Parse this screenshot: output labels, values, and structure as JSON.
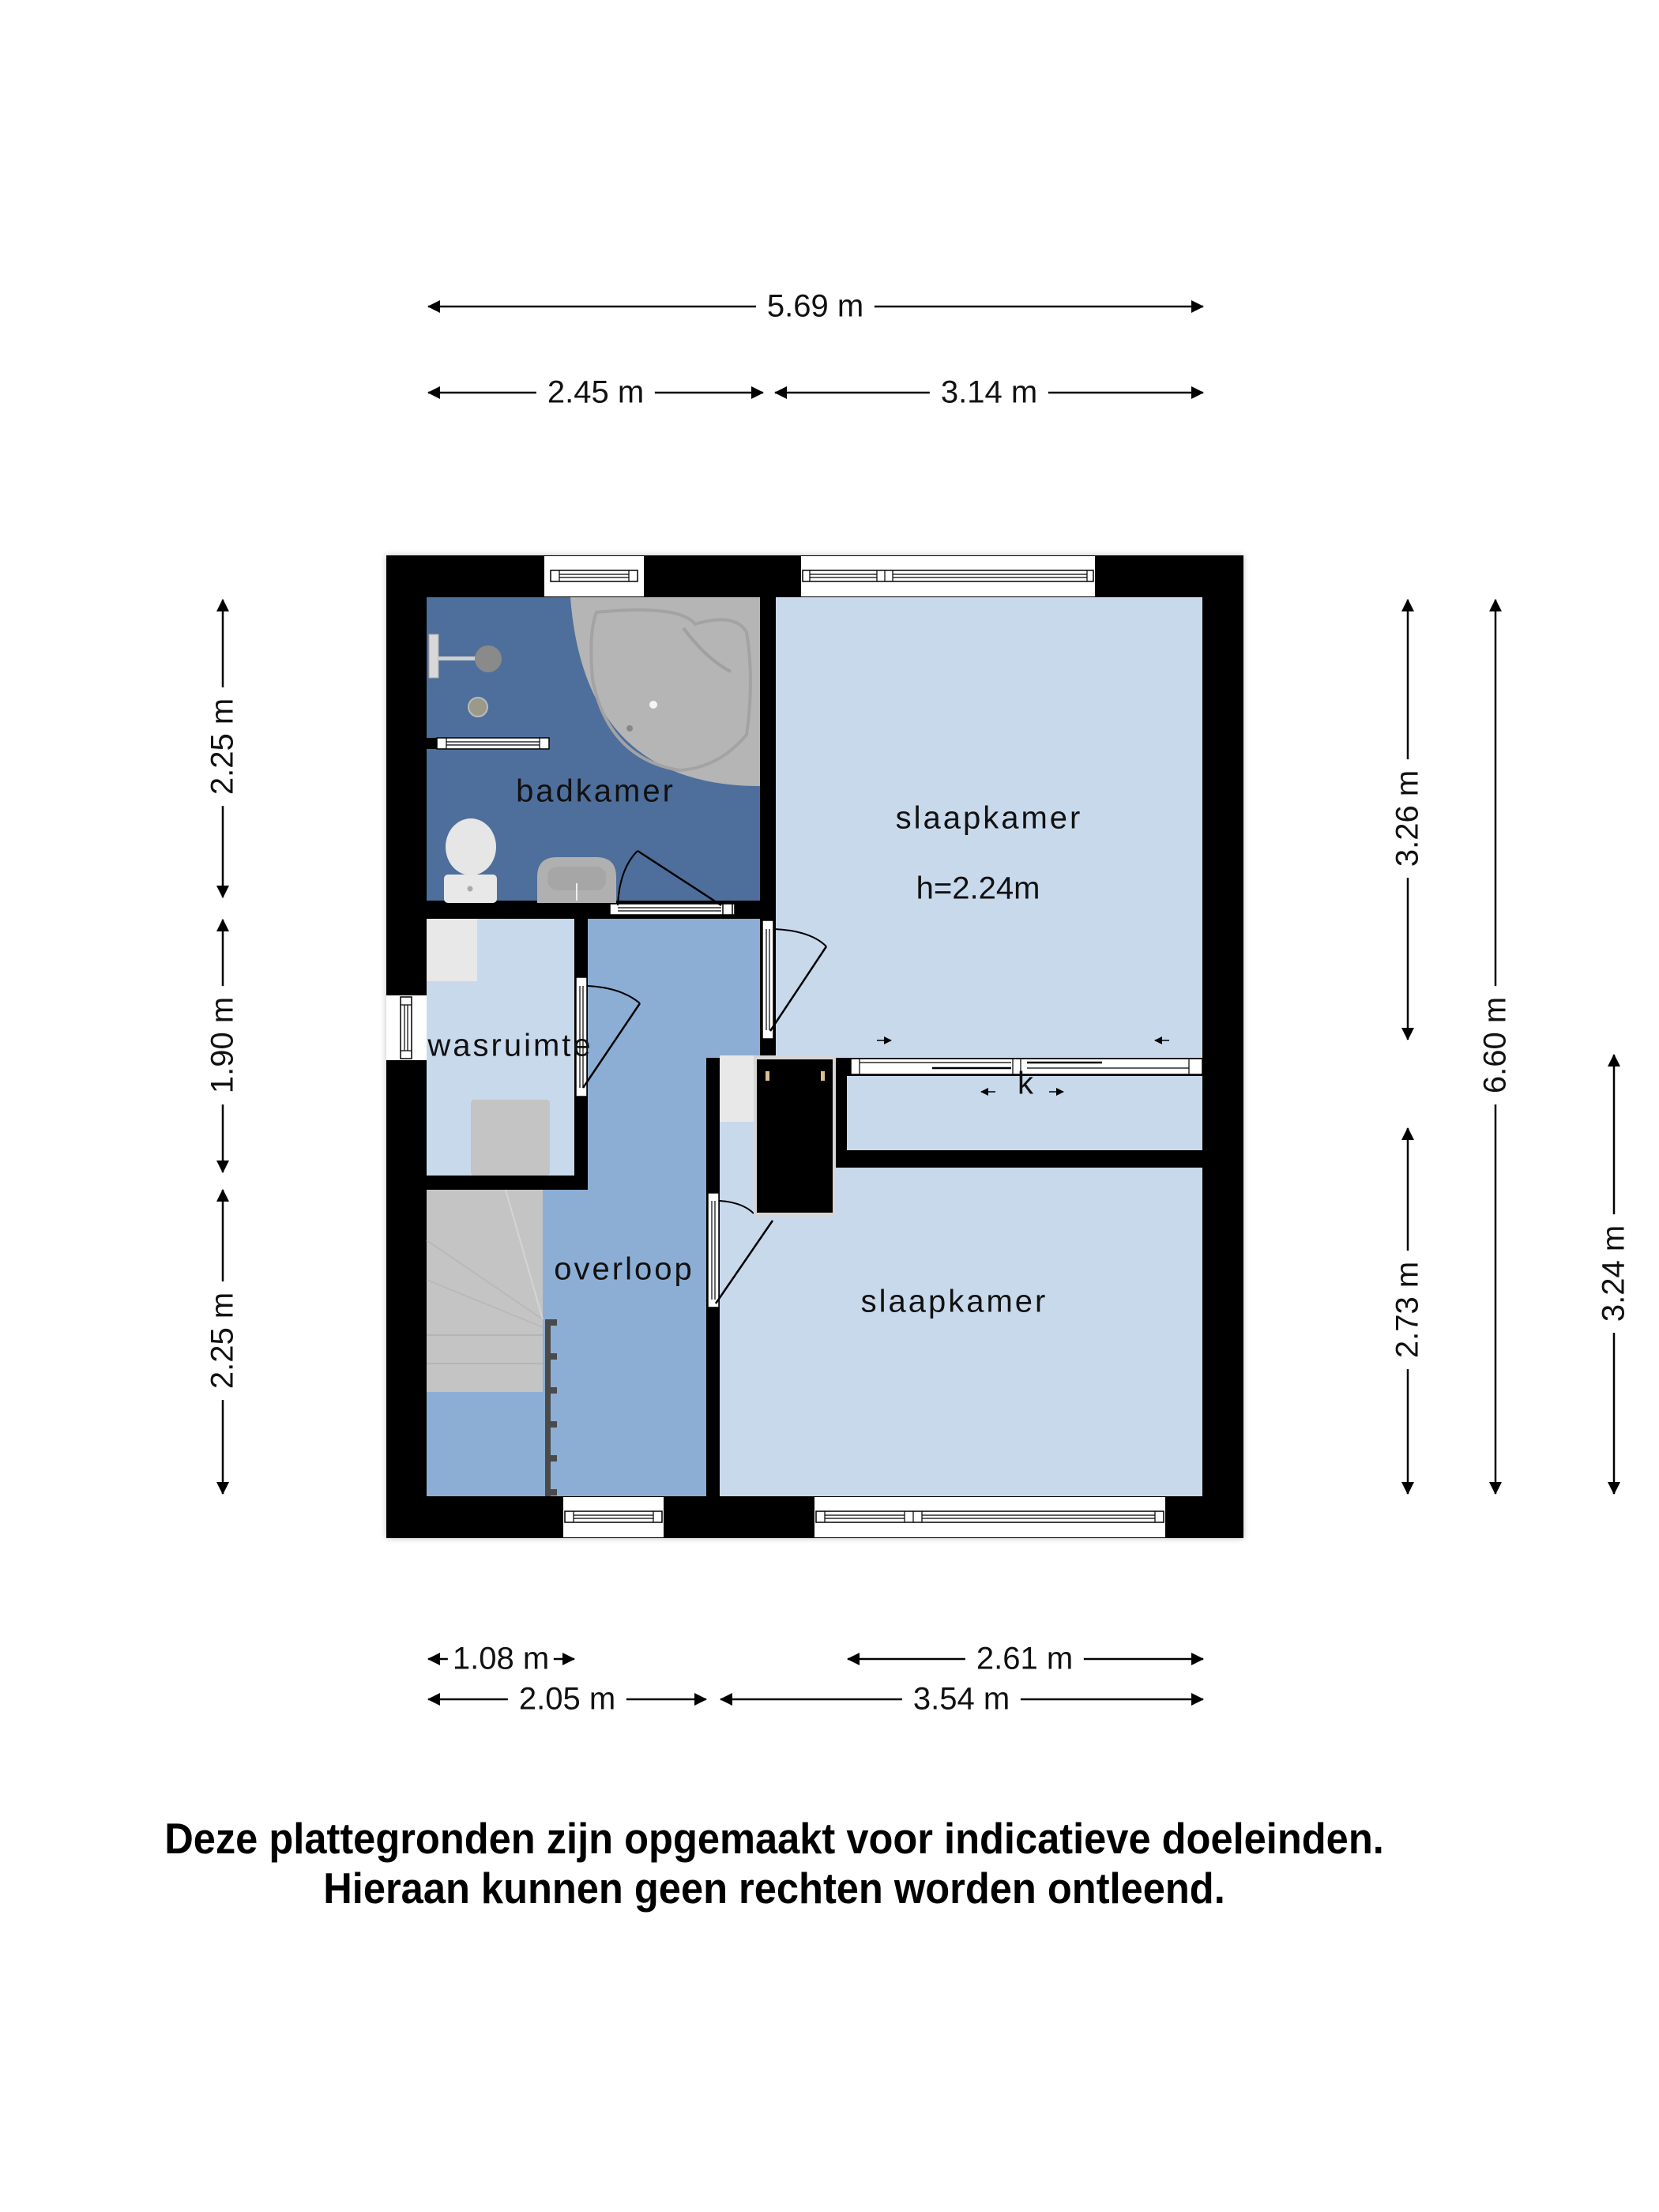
{
  "colors": {
    "wall": "#000000",
    "bathroom_floor": "#4e6f9b",
    "overloop_floor": "#8daed4",
    "room_floor_light": "#c9d9ec",
    "fixture_gray": "#b8b8b8",
    "fixture_white": "#e8e8e8",
    "background": "#ffffff"
  },
  "rooms": [
    {
      "name": "badkamer",
      "label": "badkamer"
    },
    {
      "name": "slaapkamer-1",
      "label": "slaapkamer",
      "height_note": "h=2.24m"
    },
    {
      "name": "wasruimte",
      "label": "wasruimte"
    },
    {
      "name": "k",
      "label": "k"
    },
    {
      "name": "overloop",
      "label": "overloop"
    },
    {
      "name": "slaapkamer-2",
      "label": "slaapkamer"
    }
  ],
  "dimensions": {
    "top": {
      "total": "5.69 m",
      "left": "2.45 m",
      "right": "3.14 m"
    },
    "left": {
      "top": "2.25 m",
      "middle": "1.90 m",
      "bottom": "2.25 m"
    },
    "right": {
      "upper": "3.26 m",
      "lower": "2.73 m",
      "total": "6.60 m",
      "outer": "3.24 m"
    },
    "bottom": {
      "row1_left": "1.08 m",
      "row1_right": "2.61 m",
      "row2_left": "2.05 m",
      "row2_right": "3.54 m"
    }
  },
  "footer": {
    "line1": "Deze plattegronden zijn opgemaakt voor indicatieve doeleinden.",
    "line2": "Hieraan kunnen geen rechten worden ontleend."
  },
  "chart_data": {
    "type": "table",
    "title": "Floor plan dimensions",
    "rows": [
      {
        "position": "top total",
        "value_m": 5.69
      },
      {
        "position": "top left",
        "value_m": 2.45
      },
      {
        "position": "top right",
        "value_m": 3.14
      },
      {
        "position": "left top",
        "value_m": 2.25
      },
      {
        "position": "left middle",
        "value_m": 1.9
      },
      {
        "position": "left bottom",
        "value_m": 2.25
      },
      {
        "position": "right upper",
        "value_m": 3.26
      },
      {
        "position": "right lower",
        "value_m": 2.73
      },
      {
        "position": "right total",
        "value_m": 6.6
      },
      {
        "position": "right outer",
        "value_m": 3.24
      },
      {
        "position": "bottom row1 left",
        "value_m": 1.08
      },
      {
        "position": "bottom row1 right",
        "value_m": 2.61
      },
      {
        "position": "bottom row2 left",
        "value_m": 2.05
      },
      {
        "position": "bottom row2 right",
        "value_m": 3.54
      }
    ]
  }
}
